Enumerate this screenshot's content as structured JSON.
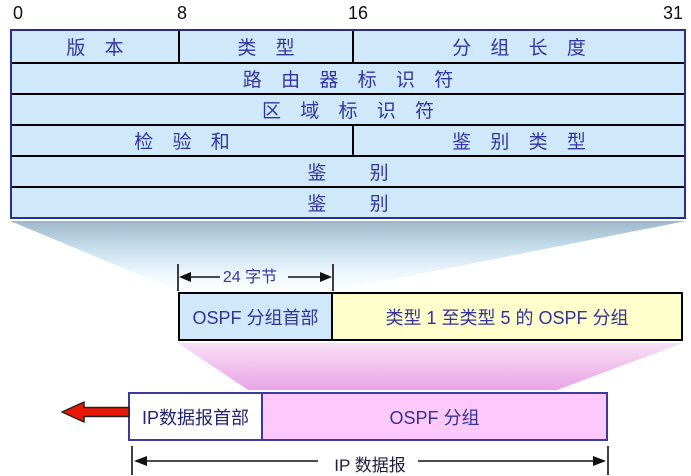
{
  "colors": {
    "cell_blue": "#cfe9fa",
    "table_outer_border": "#2b2e91",
    "table_inner_line": "#000000",
    "table_text": "#3434a0",
    "yellow_fill": "#ffffcc",
    "pink_fill": "#fdc9fa",
    "bottom_bar_border": "#3b3b9d",
    "red_arrow": "#ea1608",
    "funnel_blue_top": "#9fb9ca",
    "funnel_pink_bottom": "#e9a3e6"
  },
  "bit_labels": [
    "0",
    "8",
    "16",
    "31"
  ],
  "ospf_header": {
    "row1": {
      "version": "版 本",
      "type": "类 型",
      "packet_length": "分 组 长 度"
    },
    "row2": {
      "router_id": "路 由 器 标 识 符"
    },
    "row3": {
      "area_id": "区 域 标 识 符"
    },
    "row4": {
      "checksum": "检 验 和",
      "auth_type": "鉴 别 类 型"
    },
    "row5": {
      "auth": "鉴 别"
    },
    "row6": {
      "auth": "鉴 别"
    }
  },
  "byte_measure": {
    "label": "24 字节"
  },
  "ospf_packet_bar": {
    "header": "OSPF 分组首部",
    "body": "类型 1 至类型 5 的 OSPF 分组"
  },
  "ip_datagram_bar": {
    "header": "IP数据报首部",
    "body": "OSPF 分组"
  },
  "ip_measure": {
    "label": "IP 数据报"
  }
}
